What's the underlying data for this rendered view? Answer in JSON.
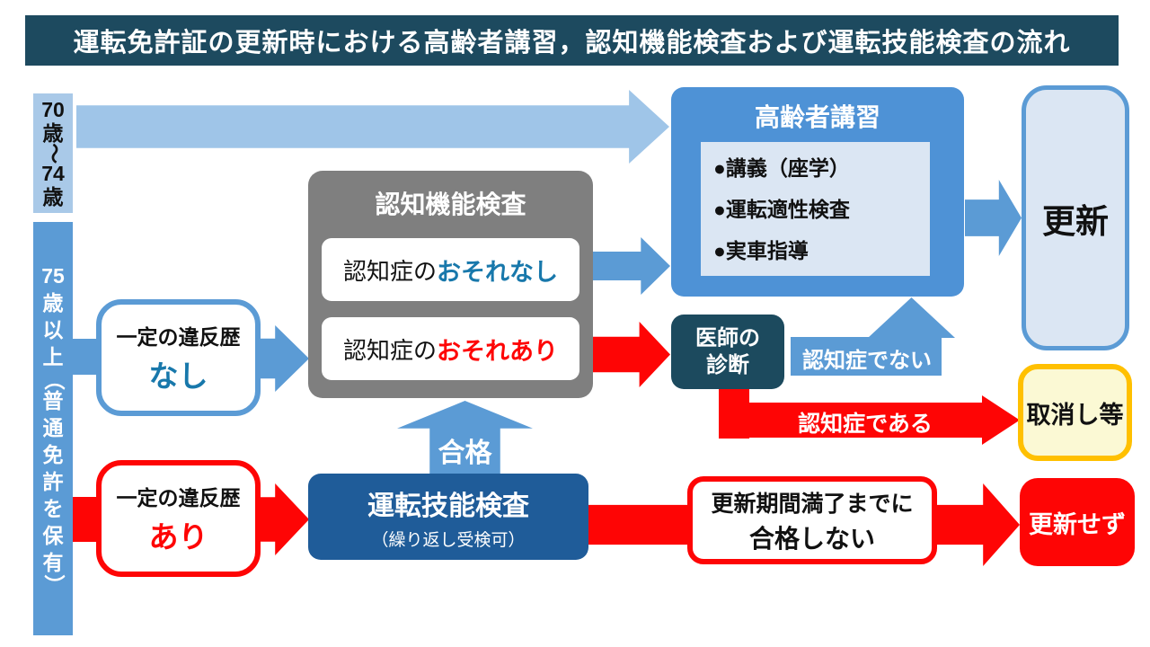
{
  "title": "運転免許証の更新時における高齢者講習，認知機能検査および運転技能検査の流れ",
  "colors": {
    "banner": "#1d4a5f",
    "blue": "#5b9bd5",
    "blue2": "#4e92d6",
    "band-light": "#a9c9e8",
    "arrow-light": "#9fc5e8",
    "gray": "#7f7f7f",
    "darkblue": "#1f5c99",
    "tealdark": "#1c4a5e",
    "red": "#fe0505",
    "tealtext": "#1878ab",
    "yellow": "#ffc000",
    "paleyellow": "#fbf9d4",
    "palefill": "#dbe6f3"
  },
  "age_bands": {
    "band_70_74": [
      "70",
      "歳",
      "～",
      "74",
      "歳"
    ],
    "band_75_plus": [
      "75",
      "歳",
      "以",
      "上",
      "（",
      "普",
      "通",
      "免",
      "許",
      "を",
      "保",
      "有",
      "）"
    ]
  },
  "boxes": {
    "cognitive_test": {
      "title": "認知機能検査",
      "no_risk_prefix": "認知症の",
      "no_risk": "おそれなし",
      "risk_prefix": "認知症の",
      "risk": "おそれあり"
    },
    "violation_none": {
      "line1": "一定の違反歴",
      "line2": "なし"
    },
    "violation_yes": {
      "line1": "一定の違反歴",
      "line2": "あり"
    },
    "skill_test": {
      "title": "運転技能検査",
      "subtitle": "（繰り返し受検可）"
    },
    "senior_course": {
      "title": "高齢者講習",
      "items": [
        "●講義（座学）",
        "●運転適性検査",
        "●実車指導"
      ]
    },
    "doctor": {
      "line1": "医師の",
      "line2": "診断"
    },
    "renew": {
      "label": "更新"
    },
    "revoke": {
      "label": "取消し等"
    },
    "no_renew": {
      "label": "更新せず"
    }
  },
  "arrow_labels": {
    "pass": "合格",
    "not_dementia": "認知症でない",
    "dementia": "認知症である",
    "expire_line1": "更新期間満了までに",
    "expire_line2": "合格しない"
  }
}
